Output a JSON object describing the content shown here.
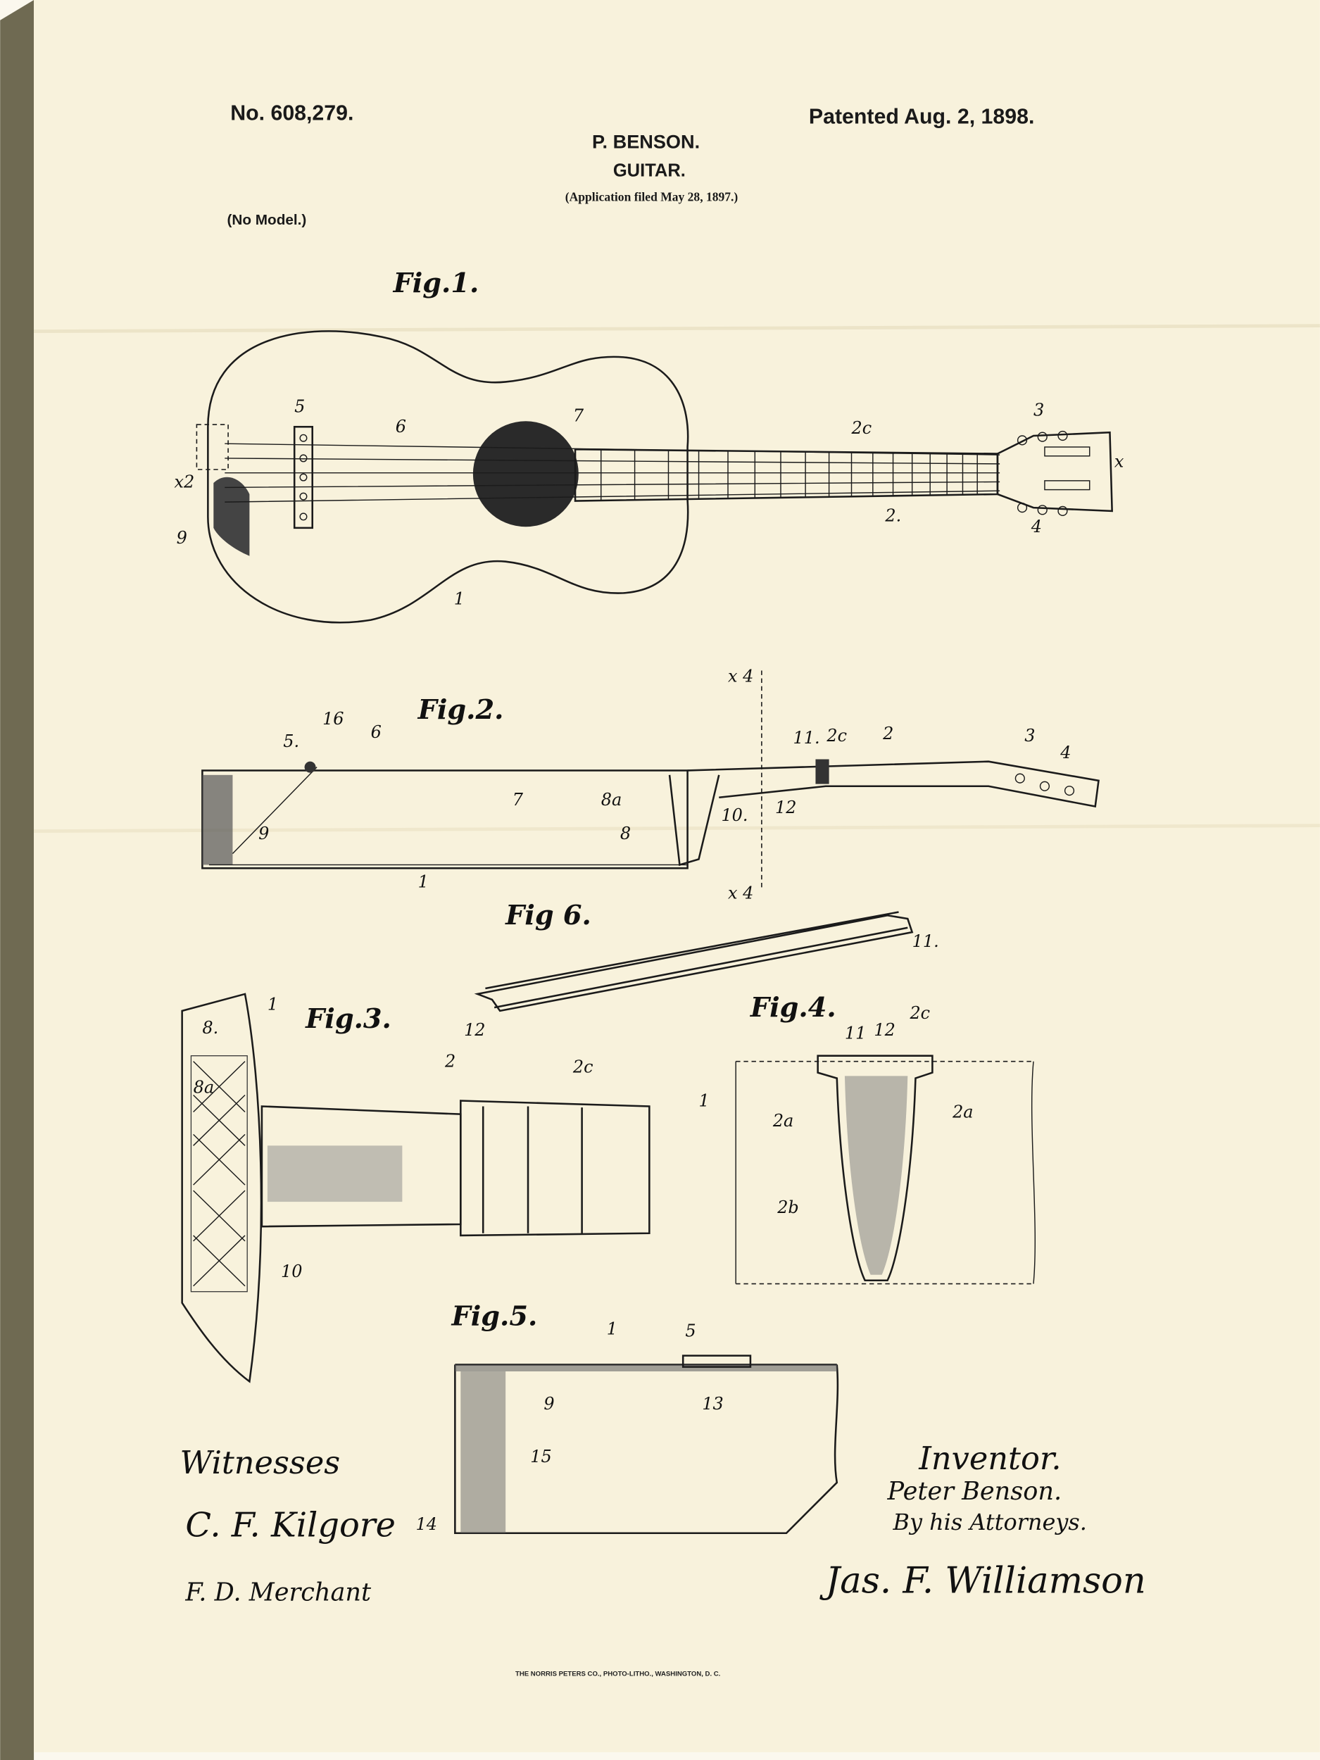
{
  "colors": {
    "paper": "#f8f2dc",
    "ink": "#1a1a1a",
    "canvas_edge": "#6f6a52"
  },
  "header": {
    "patent_number": "No. 608,279.",
    "patent_date": "Patented Aug. 2, 1898.",
    "inventor": "P. BENSON.",
    "title": "GUITAR.",
    "application": "(Application filed May 28, 1897.)",
    "model": "(No Model.)"
  },
  "figures": {
    "fig1": {
      "title": "Fig.1.",
      "labels": [
        "5",
        "6",
        "7",
        "2c",
        "3",
        "x",
        "2.",
        "4",
        "x2",
        "9",
        "1"
      ]
    },
    "fig2": {
      "title": "Fig.2.",
      "labels": [
        "5.",
        "16",
        "6",
        "7",
        "8a",
        "8",
        "10.",
        "9",
        "1",
        "11.",
        "2c",
        "2",
        "3",
        "4",
        "12",
        "x 4",
        "x 4"
      ]
    },
    "fig6": {
      "title": "Fig 6.",
      "labels": [
        "11.",
        "12"
      ]
    },
    "fig3": {
      "title": "Fig.3.",
      "labels": [
        "8.",
        "1",
        "8a",
        "2",
        "2c",
        "10"
      ]
    },
    "fig4": {
      "title": "Fig.4.",
      "labels": [
        "11",
        "12",
        "2c",
        "1",
        "2a",
        "2a",
        "2b"
      ]
    },
    "fig5": {
      "title": "Fig.5.",
      "labels": [
        "1",
        "5",
        "9",
        "13",
        "15",
        "14"
      ]
    }
  },
  "signatures": {
    "witnesses_label": "Witnesses",
    "witness1": "C. F. Kilgore",
    "witness2": "F. D. Merchant",
    "inventor_label": "Inventor.",
    "inventor_name": "Peter Benson.",
    "attorney_label": "By his Attorneys.",
    "attorney_name": "Jas. F. Williamson"
  },
  "footer": {
    "printer": "THE NORRIS PETERS CO., PHOTO-LITHO., WASHINGTON, D. C."
  }
}
